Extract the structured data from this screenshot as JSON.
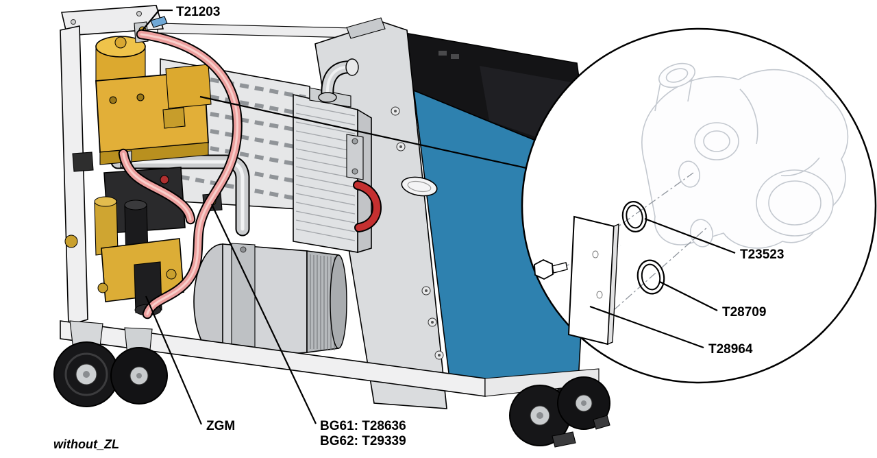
{
  "diagram": {
    "footnote": "without_ZL",
    "callouts": {
      "fitting_top": {
        "label": "T21203"
      },
      "zgm": {
        "label": "ZGM"
      },
      "sensors": {
        "line1": "BG61: T28636",
        "line2": "BG62: T29339"
      },
      "oring_upper": {
        "label": "T23523"
      },
      "oring_lower": {
        "label": "T28709"
      },
      "cover_plate": {
        "label": "T28964"
      }
    },
    "colors": {
      "pump_gold": "#E2AF38",
      "hose_salmon": "#ED9F9E",
      "hose_red": "#C43030",
      "panel_blue": "#2E81AF",
      "housing_black": "#141416",
      "metal_light": "#DCDEE1",
      "ghost_gray": "#C3C8CF"
    }
  }
}
